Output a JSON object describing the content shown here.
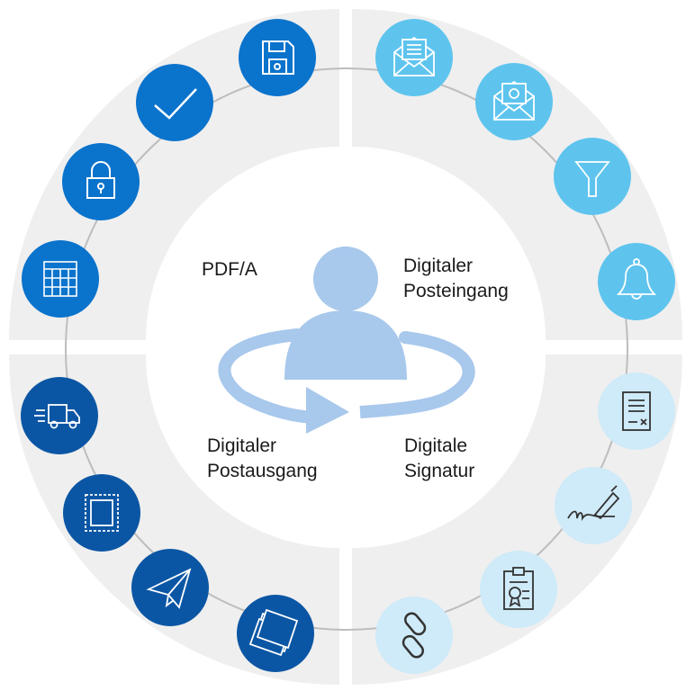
{
  "labels": {
    "pdfa": "PDF/A",
    "posteingang": [
      "Digitaler",
      "Posteingang"
    ],
    "postausgang": [
      "Digitaler",
      "Postausgang"
    ],
    "signatur": [
      "Digitale",
      "Signatur"
    ]
  },
  "colors": {
    "sector_bg": "#efefef",
    "ring_line": "#bdbdbd",
    "blue_mid": "#0a73cc",
    "blue_dark": "#0b56a4",
    "blue_light": "#5ec4ee",
    "blue_pale": "#cfeaf8",
    "person": "#a8c8ec",
    "arrow": "#a8c8ec"
  },
  "icons": [
    {
      "name": "floppy-disk-icon",
      "group": "pdfa"
    },
    {
      "name": "checkmark-icon",
      "group": "pdfa"
    },
    {
      "name": "padlock-icon",
      "group": "pdfa"
    },
    {
      "name": "calendar-icon",
      "group": "pdfa"
    },
    {
      "name": "envelope-document-icon",
      "group": "posteingang"
    },
    {
      "name": "envelope-at-icon",
      "group": "posteingang"
    },
    {
      "name": "filter-funnel-icon",
      "group": "posteingang"
    },
    {
      "name": "bell-icon",
      "group": "posteingang"
    },
    {
      "name": "delivery-truck-icon",
      "group": "postausgang"
    },
    {
      "name": "postage-stamp-icon",
      "group": "postausgang"
    },
    {
      "name": "paper-plane-icon",
      "group": "postausgang"
    },
    {
      "name": "document-stack-icon",
      "group": "postausgang"
    },
    {
      "name": "signature-document-icon",
      "group": "signatur"
    },
    {
      "name": "fountain-pen-signature-icon",
      "group": "signatur"
    },
    {
      "name": "certificate-clipboard-icon",
      "group": "signatur"
    },
    {
      "name": "chain-link-icon",
      "group": "signatur"
    }
  ]
}
